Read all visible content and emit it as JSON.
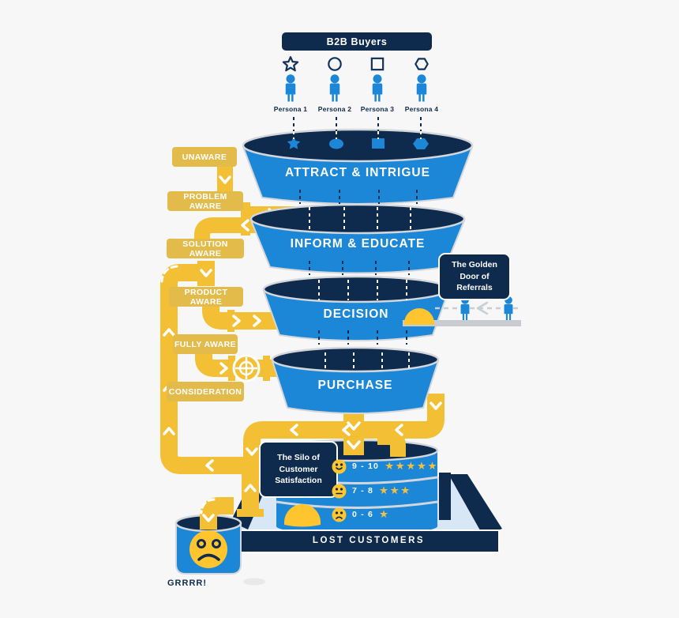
{
  "title": "B2B buyer journey funnel infographic",
  "banner": {
    "label": "B2B Buyers"
  },
  "personas": [
    {
      "label": "Persona 1",
      "icon": "star-icon"
    },
    {
      "label": "Persona 2",
      "icon": "circle-icon"
    },
    {
      "label": "Persona 3",
      "icon": "square-icon"
    },
    {
      "label": "Persona 4",
      "icon": "hexagon-icon"
    }
  ],
  "funnel": {
    "stages": [
      {
        "label": "ATTRACT & INTRIGUE"
      },
      {
        "label": "INFORM & EDUCATE"
      },
      {
        "label": "DECISION"
      },
      {
        "label": "PURCHASE"
      }
    ]
  },
  "awareness_labels": [
    "UNAWARE",
    "PROBLEM AWARE",
    "SOLUTION AWARE",
    "PRODUCT AWARE",
    "FULLY AWARE",
    "CONSIDERATION"
  ],
  "callouts": {
    "referral_door": "The Golden Door of Referrals",
    "satisfaction_silo": "The Silo of Customer Satisfaction"
  },
  "silo": {
    "rows": [
      {
        "face": "happy-face-icon",
        "range": "9 - 10",
        "stars": 5,
        "stars_text": "★★★★★"
      },
      {
        "face": "neutral-face-icon",
        "range": "7 - 8",
        "stars": 3,
        "stars_text": "★★★"
      },
      {
        "face": "sad-face-icon",
        "range": "0 - 6",
        "stars": 1,
        "stars_text": "★"
      }
    ]
  },
  "platform": {
    "label": "LOST CUSTOMERS"
  },
  "bucket": {
    "label": "GRRRR!",
    "face": "sad-face-icon"
  },
  "icons": {
    "funnel_rim_shapes": [
      "star-icon",
      "circle-icon",
      "square-icon",
      "hexagon-icon"
    ],
    "pipe_valve": "valve-wheel-icon",
    "referral_people": "person-icon",
    "bucket_face": "sad-face-icon"
  },
  "colors": {
    "navy": "#0E2A4D",
    "blue": "#1B87D6",
    "pipe_yellow": "#F3BF35",
    "gold_label": "#E3BB4A",
    "bright_yellow": "#FFC52F",
    "light_blue_floor": "#D8E7F5",
    "plank_gray": "#C8CCD1",
    "star_gold": "#F2BE44",
    "background": "#F7F7F7"
  }
}
